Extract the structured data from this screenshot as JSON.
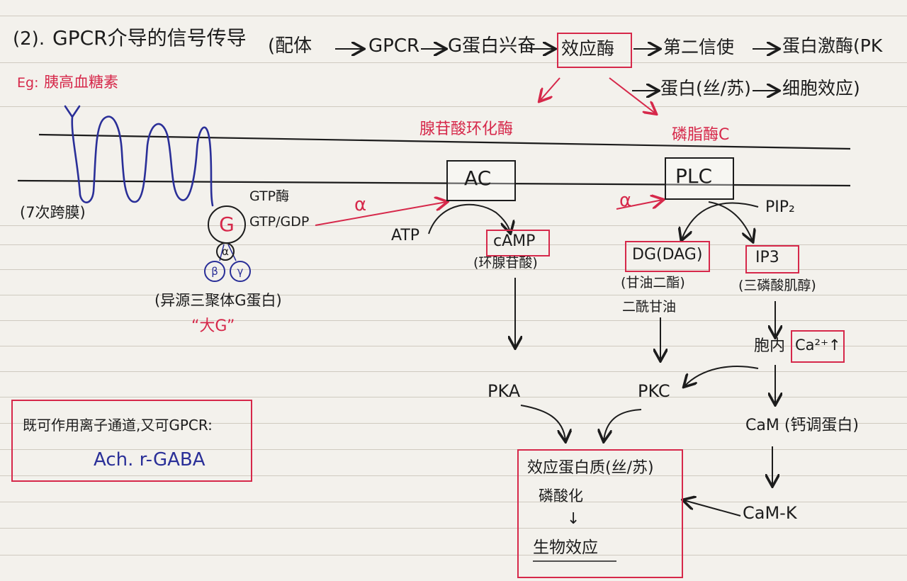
{
  "heading": {
    "number": "(2).",
    "title": "GPCR介导的信号传导",
    "chain": {
      "p1": "(配体",
      "p2": "GPCR",
      "p3": "G蛋白兴奋",
      "p4": "效应酶",
      "p5": "第二信使",
      "p6": "蛋白激酶(PK",
      "p7": "蛋白(丝/苏)",
      "p8": "细胞效应)"
    }
  },
  "example": {
    "label": "Eg:",
    "text": "胰高血糖素"
  },
  "receptor": {
    "label": "(7次跨膜)"
  },
  "gprotein": {
    "g": "G",
    "alpha": "α",
    "beta": "β",
    "gamma": "γ",
    "gtpase": "GTP酶",
    "gtpgdp": "GTP/GDP",
    "name": "(异源三聚体G蛋白)",
    "big_g": "“大G”"
  },
  "enzymes": {
    "ac_title": "腺苷酸环化酶",
    "plc_title": "磷脂酶C",
    "ac": "AC",
    "plc": "PLC",
    "alpha_ac": "α",
    "alpha_plc": "α"
  },
  "ac_branch": {
    "atp": "ATP",
    "camp": "cAMP",
    "camp_name": "(环腺苷酸)",
    "pka": "PKA"
  },
  "plc_branch": {
    "pip2": "PIP₂",
    "dg": "DG(DAG)",
    "dg_name": "(甘油二酯)",
    "dg_name2": "二酰甘油",
    "ip3": "IP3",
    "ip3_name": "(三磷酸肌醇)",
    "intracellular": "胞内",
    "ca": "Ca²⁺↑",
    "pkc": "PKC",
    "cam": "CaM (钙调蛋白)",
    "camk": "CaM-K"
  },
  "effect_box": {
    "line1": "效应蛋白质(丝/苏)",
    "line2": "磷酸化",
    "arrow": "↓",
    "line3": "生物效应"
  },
  "note_box": {
    "line1": "既可作用离子通道,又可GPCR:",
    "line2": "Ach.  r-GABA"
  },
  "colors": {
    "ink": "#1c1c1c",
    "blue_ink": "#2a2f98",
    "red_ink": "#d6284a",
    "paper": "#f3f1ec"
  }
}
